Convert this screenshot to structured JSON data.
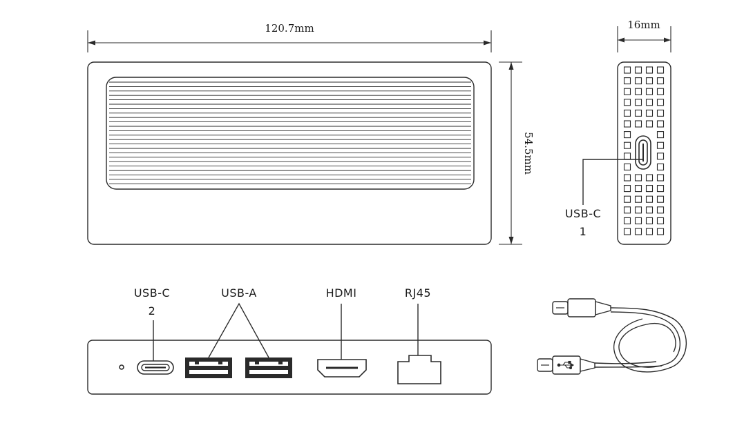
{
  "dimensions": {
    "width": "120.7mm",
    "height": "54.5mm",
    "depth": "16mm"
  },
  "ports": {
    "side_usb_c": {
      "name": "USB-C",
      "number": "1"
    },
    "front_usb_c": {
      "name": "USB-C",
      "number": "2"
    },
    "usb_a": {
      "name": "USB-A"
    },
    "hdmi": {
      "name": "HDMI"
    },
    "rj45": {
      "name": "RJ45"
    }
  },
  "icons": {
    "usb_symbol": "usb-trident-icon"
  },
  "colors": {
    "line": "#2a2a2a",
    "background": "#ffffff"
  }
}
